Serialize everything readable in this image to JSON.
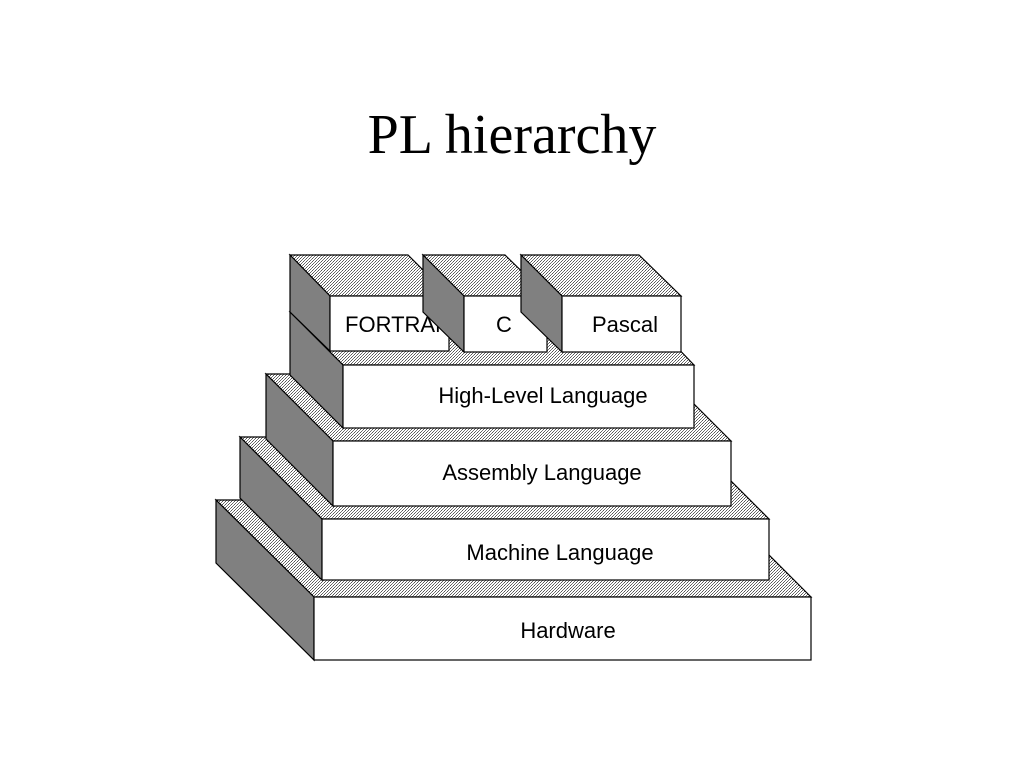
{
  "slide": {
    "title": "PL hierarchy"
  },
  "diagram": {
    "languages": {
      "fortran": "FORTRAN",
      "c": "C",
      "pascal": "Pascal"
    },
    "layers": {
      "high_level": "High-Level Language",
      "assembly": "Assembly Language",
      "machine": "Machine Language",
      "hardware": "Hardware"
    },
    "colors": {
      "side_face": "#808080",
      "top_face": "#d4d4d4",
      "front_face": "#ffffff",
      "outline": "#000000"
    }
  }
}
